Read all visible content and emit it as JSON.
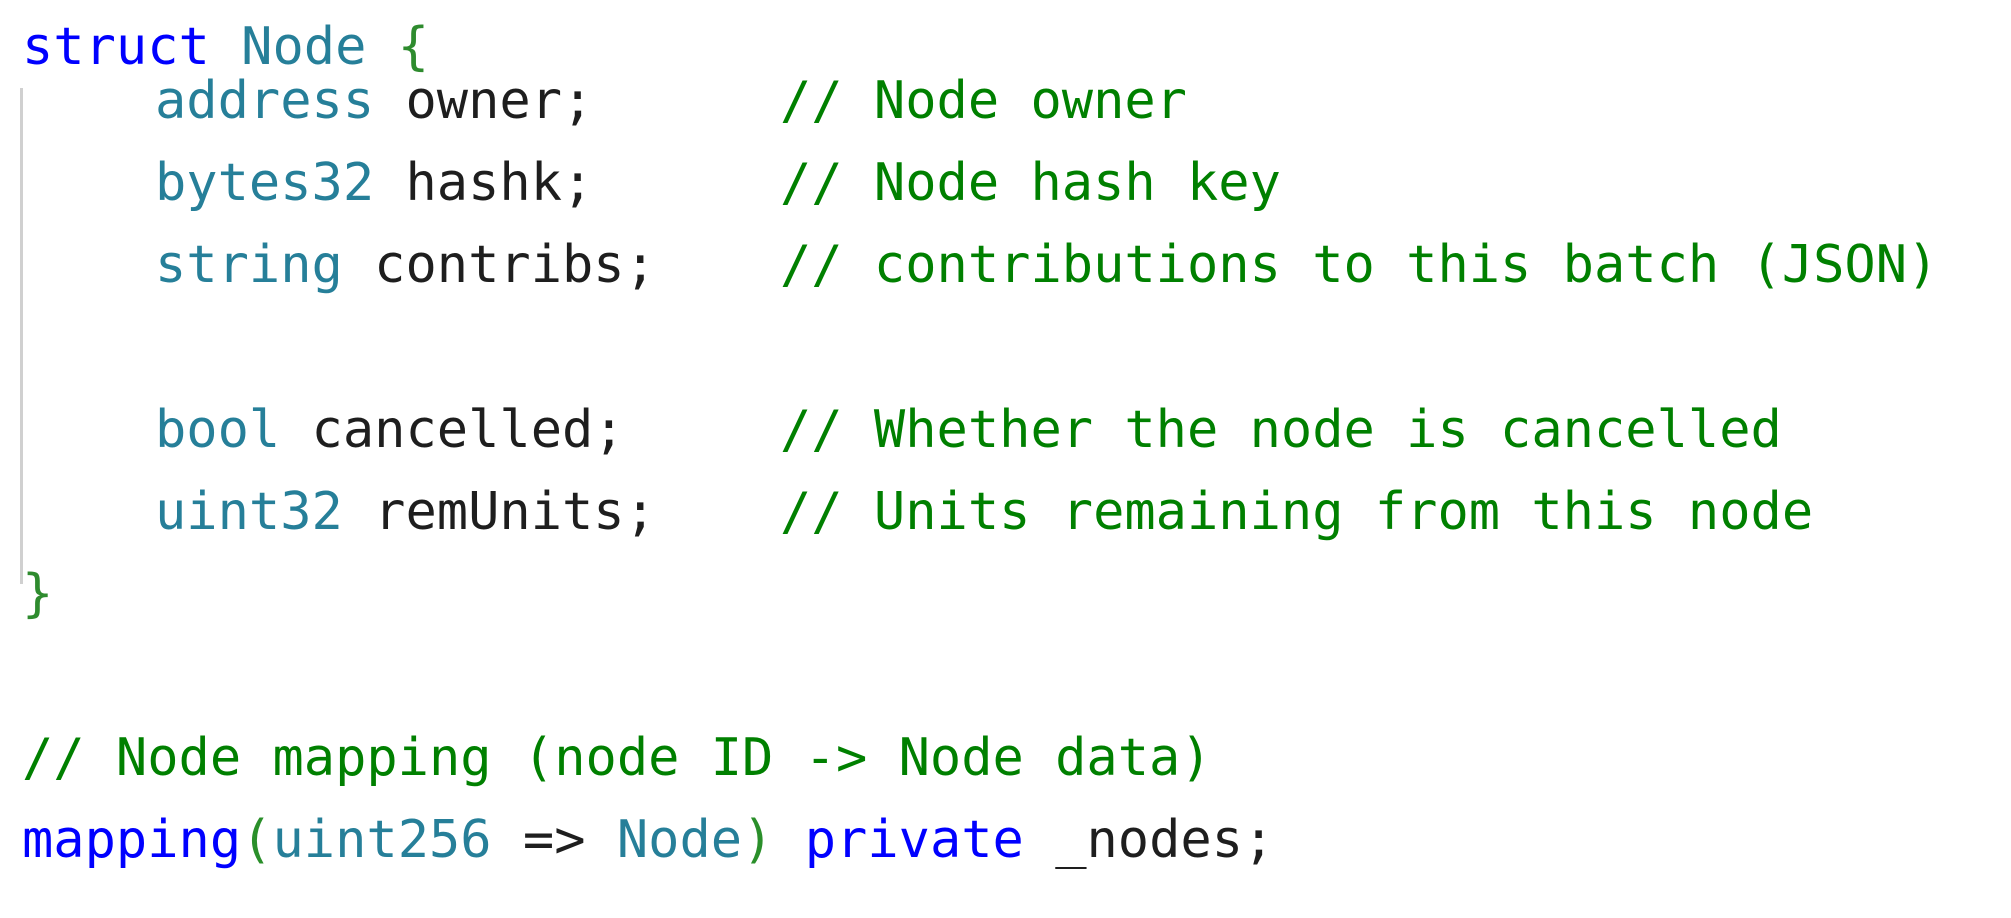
{
  "code": {
    "struct_keyword": "struct",
    "struct_name": "Node",
    "open_brace": "{",
    "close_brace": "}",
    "fields": [
      {
        "type": "address",
        "name": "owner;",
        "comment": "// Node owner"
      },
      {
        "type": "bytes32",
        "name": "hashk;",
        "comment": "// Node hash key"
      },
      {
        "type": "string",
        "name": "contribs;",
        "comment": "// contributions to this batch (JSON)"
      },
      {
        "type": "bool",
        "name": "cancelled;",
        "comment": "// Whether the node is cancelled"
      },
      {
        "type": "uint32",
        "name": "remUnits;",
        "comment": "// Units remaining from this node"
      }
    ],
    "mapping_comment": "// Node mapping (node ID -> Node data)",
    "mapping_keyword": "mapping",
    "mapping_open_paren": "(",
    "mapping_key_type": "uint256",
    "mapping_arrow": " => ",
    "mapping_value_type": "Node",
    "mapping_close_paren": ")",
    "mapping_visibility": "private",
    "mapping_var": "_nodes;"
  },
  "colors": {
    "keyword": "#0000ff",
    "type": "#267f99",
    "comment": "#008000",
    "identifier": "#1e1e1e"
  }
}
